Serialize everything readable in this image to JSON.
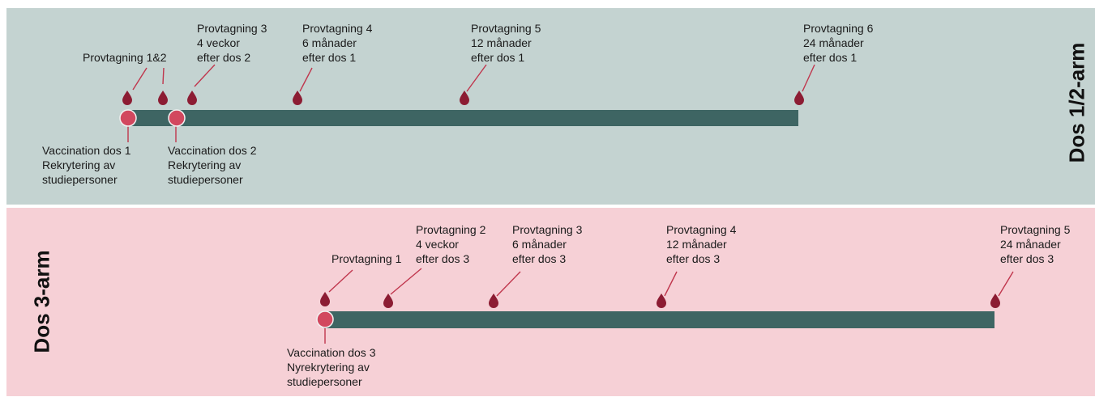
{
  "colors": {
    "top_background": "#c4d3d1",
    "bottom_background": "#f6d0d6",
    "timeline_bar": "#3e6563",
    "vaccination_marker": "#d2485f",
    "blood_drop": "#8c1c33",
    "leader_line": "#c0364d"
  },
  "icons": {
    "sample": "blood-drop-icon",
    "vaccination": "vaccination-circle-icon"
  },
  "top_arm": {
    "title": "Dos 1/2-arm",
    "samples": [
      {
        "lines": [
          "Provtagning 1&2"
        ]
      },
      {
        "lines": [
          "Provtagning 3",
          "4 veckor",
          "efter dos 2"
        ]
      },
      {
        "lines": [
          "Provtagning 4",
          "6 månader",
          "efter dos 1"
        ]
      },
      {
        "lines": [
          "Provtagning 5",
          "12 månader",
          "efter dos 1"
        ]
      },
      {
        "lines": [
          "Provtagning 6",
          "24 månader",
          "efter dos 1"
        ]
      }
    ],
    "vaccinations": [
      {
        "lines": [
          "Vaccination dos 1",
          "Rekrytering av",
          "studiepersoner"
        ]
      },
      {
        "lines": [
          "Vaccination dos 2",
          "Rekrytering av",
          "studiepersoner"
        ]
      }
    ]
  },
  "bottom_arm": {
    "title": "Dos 3-arm",
    "samples": [
      {
        "lines": [
          "Provtagning 1"
        ]
      },
      {
        "lines": [
          "Provtagning 2",
          "4 veckor",
          "efter dos 3"
        ]
      },
      {
        "lines": [
          "Provtagning 3",
          "6 månader",
          "efter dos 3"
        ]
      },
      {
        "lines": [
          "Provtagning 4",
          "12 månader",
          "efter dos 3"
        ]
      },
      {
        "lines": [
          "Provtagning 5",
          "24 månader",
          "efter dos 3"
        ]
      }
    ],
    "vaccinations": [
      {
        "lines": [
          "Vaccination dos 3",
          "Nyrekrytering av",
          "studiepersoner"
        ]
      }
    ]
  }
}
